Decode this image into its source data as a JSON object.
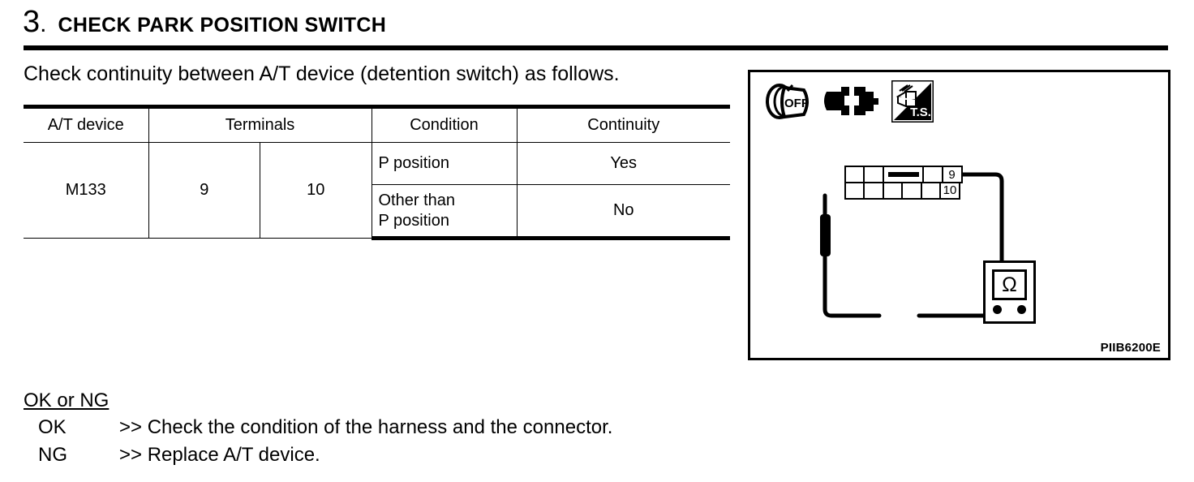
{
  "step": {
    "number": "3",
    "separator": ".",
    "title": "CHECK PARK POSITION SWITCH"
  },
  "instruction": "Check continuity between A/T device (detention switch) as follows.",
  "table": {
    "headers": [
      "A/T device",
      "Terminals",
      "Condition",
      "Continuity"
    ],
    "device": "M133",
    "terminal_1": "9",
    "terminal_2": "10",
    "rows": [
      {
        "condition": "P position",
        "continuity": "Yes"
      },
      {
        "condition_line1": "Other than",
        "condition_line2": "P position",
        "continuity": "No"
      }
    ]
  },
  "diagram": {
    "caption": "PIIB6200E",
    "icons": {
      "ignition_off": "ignition-off-icon",
      "disconnect": "connector-disconnect-icon",
      "tool_switch": "T.S."
    },
    "connector": {
      "terminal_top": "9",
      "terminal_bottom": "10"
    },
    "meter_symbol": "Ω"
  },
  "result": {
    "title": "OK or NG",
    "lines": [
      {
        "key": "OK",
        "value": ">> Check the condition of the harness and the connector."
      },
      {
        "key": "NG",
        "value": ">> Replace A/T device."
      }
    ]
  },
  "colors": {
    "ink": "#000000",
    "paper": "#ffffff"
  }
}
